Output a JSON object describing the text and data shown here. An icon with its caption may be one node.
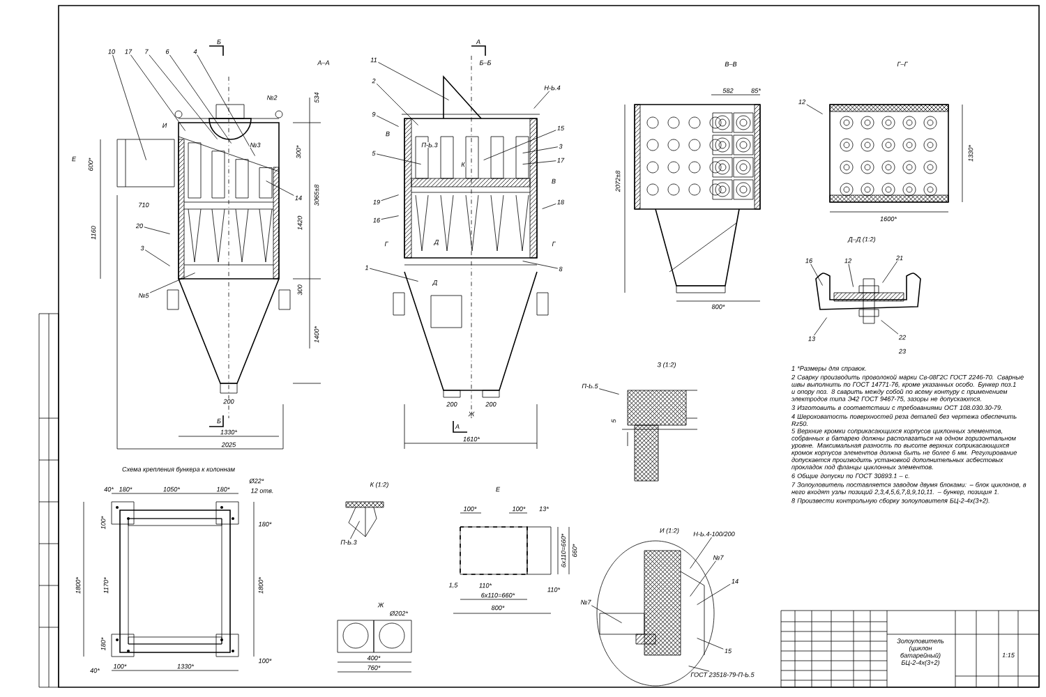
{
  "diagram": {
    "title": "Золоуловитель (циклон батарейный) БЦ-2-4х(3+2)",
    "nodes": [
      {
        "text": [
          "10"
        ]
      },
      {
        "text": [
          "17"
        ]
      },
      {
        "text": [
          "7"
        ]
      },
      {
        "text": [
          "6"
        ]
      },
      {
        "text": [
          "4"
        ]
      },
      {
        "text": [
          "14"
        ]
      },
      {
        "text": [
          "20"
        ]
      },
      {
        "text": [
          "3"
        ]
      },
      {
        "text": [
          "№5"
        ]
      },
      {
        "text": [
          "11"
        ]
      },
      {
        "text": [
          "2"
        ]
      },
      {
        "text": [
          "9"
        ]
      },
      {
        "text": [
          "5"
        ]
      },
      {
        "text": [
          "19"
        ]
      },
      {
        "text": [
          "16"
        ]
      },
      {
        "text": [
          "1"
        ]
      },
      {
        "text": [
          "Н-Ь.4"
        ]
      },
      {
        "text": [
          "15"
        ]
      },
      {
        "text": [
          "3"
        ]
      },
      {
        "text": [
          "17"
        ]
      },
      {
        "text": [
          "18"
        ]
      },
      {
        "text": [
          "8"
        ]
      },
      {
        "text": [
          "12"
        ]
      },
      {
        "text": [
          "16"
        ]
      },
      {
        "text": [
          "12"
        ]
      },
      {
        "text": [
          "21"
        ]
      },
      {
        "text": [
          "13"
        ]
      },
      {
        "text": [
          "22"
        ]
      },
      {
        "text": [
          "П-Ь.5"
        ]
      },
      {
        "text": [
          "П-Ь.3"
        ]
      },
      {
        "text": [
          "Н-Ь.4-100/200"
        ]
      },
      {
        "text": [
          "№7"
        ]
      },
      {
        "text": [
          "14"
        ]
      },
      {
        "text": [
          "№7"
        ]
      },
      {
        "text": [
          "15"
        ]
      },
      {
        "text": [
          "ГОСТ 23518-79-П-Ь.5"
        ]
      },
      {
        "text": [],
        "shape": "picture"
      },
      {
        "text": [],
        "shape": "picture"
      },
      {
        "text": [],
        "shape": "picture"
      },
      {
        "text": [],
        "shape": "picture"
      },
      {
        "text": [],
        "shape": "picture"
      },
      {
        "text": [],
        "shape": "picture"
      },
      {
        "text": [],
        "shape": "picture"
      },
      {
        "text": [],
        "shape": "picture"
      }
    ],
    "edges": [
      {
        "from": 0,
        "to": 43,
        "arrow": "none"
      },
      {
        "from": 1,
        "to": 36,
        "arrow": "none"
      },
      {
        "from": 2,
        "to": 36,
        "arrow": "none"
      },
      {
        "from": 3,
        "to": 36,
        "arrow": "none"
      },
      {
        "from": 4,
        "to": 36,
        "arrow": "none"
      },
      {
        "from": 5,
        "to": 36,
        "arrow": "none"
      },
      {
        "from": 6,
        "to": 36,
        "arrow": "none"
      },
      {
        "from": 7,
        "to": 36,
        "arrow": "none"
      },
      {
        "from": 8,
        "to": 36,
        "arrow": "none"
      },
      {
        "from": 9,
        "to": 37,
        "arrow": "none"
      },
      {
        "from": 10,
        "to": 37,
        "arrow": "none"
      },
      {
        "from": 11,
        "to": 37,
        "arrow": "none"
      },
      {
        "from": 12,
        "to": 37,
        "arrow": "none"
      },
      {
        "from": 13,
        "to": 37,
        "arrow": "none"
      },
      {
        "from": 14,
        "to": 37,
        "arrow": "none"
      },
      {
        "from": 15,
        "to": 37,
        "arrow": "none"
      },
      {
        "from": 16,
        "to": 37,
        "arrow": "none"
      },
      {
        "from": 17,
        "to": 37,
        "arrow": "none"
      },
      {
        "from": 18,
        "to": 37,
        "arrow": "none"
      },
      {
        "from": 19,
        "to": 37,
        "arrow": "none"
      },
      {
        "from": 20,
        "to": 37,
        "arrow": "none"
      },
      {
        "from": 21,
        "to": 37,
        "arrow": "none"
      },
      {
        "from": 22,
        "to": 38,
        "arrow": "none"
      },
      {
        "from": 23,
        "to": 39,
        "arrow": "none"
      },
      {
        "from": 24,
        "to": 39,
        "arrow": "none"
      },
      {
        "from": 25,
        "to": 39,
        "arrow": "none"
      },
      {
        "from": 26,
        "to": 39,
        "arrow": "none"
      },
      {
        "from": 27,
        "to": 39,
        "arrow": "none"
      },
      {
        "from": 28,
        "to": 40,
        "arrow": "none"
      },
      {
        "from": 29,
        "to": 41,
        "arrow": "none"
      },
      {
        "from": 30,
        "to": 42,
        "arrow": "none"
      },
      {
        "from": 31,
        "to": 42,
        "arrow": "none"
      },
      {
        "from": 32,
        "to": 42,
        "arrow": "none"
      },
      {
        "from": 33,
        "to": 42,
        "arrow": "none"
      },
      {
        "from": 34,
        "to": 42,
        "arrow": "none"
      },
      {
        "from": 35,
        "to": 42,
        "arrow": "none"
      }
    ],
    "labels": [
      "А–А",
      "Б",
      "Б–Б",
      "А",
      "В–В",
      "Г–Г",
      "534",
      "Е",
      "600*",
      "300*",
      "3065±8",
      "И",
      "№2",
      "№3",
      "710",
      "1420",
      "1160",
      "300",
      "1400*",
      "200",
      "Б",
      "1330*",
      "2025",
      "В",
      "П-Ь.3",
      "К",
      "В",
      "Г",
      "Д",
      "Г",
      "Д",
      "200",
      "200",
      "Ж",
      "А",
      "1610*",
      "582",
      "85*",
      "2072±8",
      "800*",
      "1330*",
      "1600*",
      "Д–Д (1:2)",
      "23",
      "З (1:2)",
      "5",
      "Схема крепления бункера к колоннам",
      "40*",
      "180*",
      "1050*",
      "180*",
      "Ø22*",
      "12 отв.",
      "180*",
      "100*",
      "1800*",
      "1170*",
      "1800*",
      "180*",
      "40*",
      "100*",
      "1330*",
      "100*",
      "К (1:2)",
      "Е",
      "100*",
      "100*",
      "13*",
      "6х110=660*",
      "660*",
      "1,5",
      "110*",
      "110*",
      "6х110=660*",
      "800*",
      "Ж",
      "Ø202*",
      "400*",
      "760*",
      "И (1:2)",
      "1 *Размеры для справок.",
      "2 Сварку производить проволокой марки Св-08Г2С ГОСТ 2246-70. Сварные швы выполнить по ГОСТ 14771-76, кроме указанных особо. Бункер поз.1 и опору поз. 8 сварить между собой по всему контуру с применением электродов типа Э42 ГОСТ 9467-75, зазоры не допускаются.",
      "3 Изготовить в соответствии с требованиями ОСТ 108.030.30-79.",
      "4 Шероховатость поверхностей реза деталей без чертежа обеспечить Rz50.",
      "5 Верхние кромки соприкасающихся корпусов циклонных элементов, собранных в батарею должны располагаться на одном горизонтальном уровне. Максимальная разность по высоте верхних соприкасающихся кромок корпусов элементов должна быть не более 6 мм. Регулирование допускается производить установкой дополнительных асбестовых прокладок под фланцы циклонных элементов.",
      "6 Общие допуски по ГОСТ 30893.1 – с.",
      "7 Золоуловитель поставляется заводом двумя блоками: – блок циклонов, в него входят узлы позиций 2,3,4,5,6,7,8,9,10,11. – бункер, позиция 1.",
      "8 Произвести контрольную сборку золоуловителя БЦ-2-4х(3+2).",
      "1:15"
    ]
  }
}
